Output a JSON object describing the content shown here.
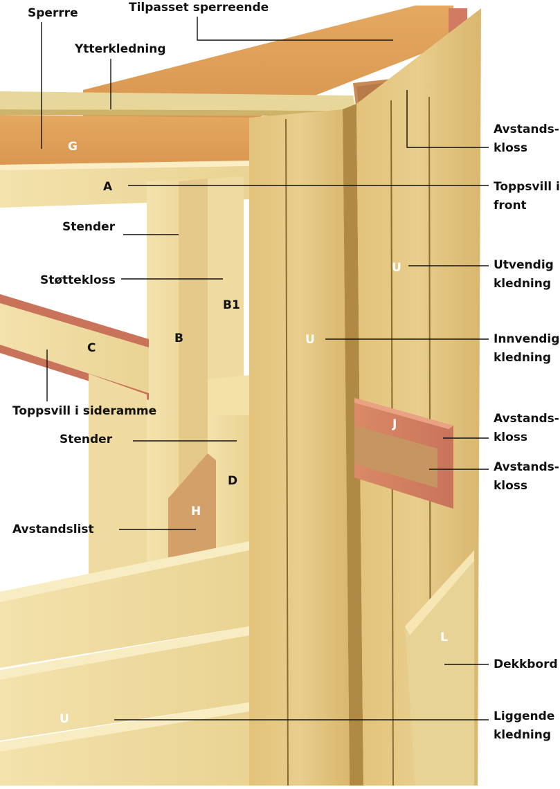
{
  "labels": {
    "sperrre": "Sperrre",
    "tilpasset_sperreende": "Tilpasset sperreende",
    "ytterkledning": "Ytterkledning",
    "avstandskloss_top_1": "Avstands-",
    "avstandskloss_top_2": "kloss",
    "toppsvill_front_1": "Toppsvill i",
    "toppsvill_front_2": "front",
    "stender_top": "Stender",
    "stottekloss": "Støttekloss",
    "utvendig_1": "Utvendig",
    "utvendig_2": "kledning",
    "innvendig_1": "Innvendig",
    "innvendig_2": "kledning",
    "toppsvill_sideramme": "Toppsvill i sideramme",
    "avstandskloss_mid_1": "Avstands-",
    "avstandskloss_mid_2": "kloss",
    "stender_bottom": "Stender",
    "avstandskloss_low_1": "Avstands-",
    "avstandskloss_low_2": "kloss",
    "avstandslist": "Avstandslist",
    "dekkbord": "Dekkbord",
    "liggende_1": "Liggende",
    "liggende_2": "kledning"
  },
  "codes": {
    "G": "G",
    "A": "A",
    "U_upper": "U",
    "B1": "B1",
    "B": "B",
    "U_mid": "U",
    "C": "C",
    "J": "J",
    "D": "D",
    "H": "H",
    "L": "L",
    "U_bottom": "U"
  }
}
